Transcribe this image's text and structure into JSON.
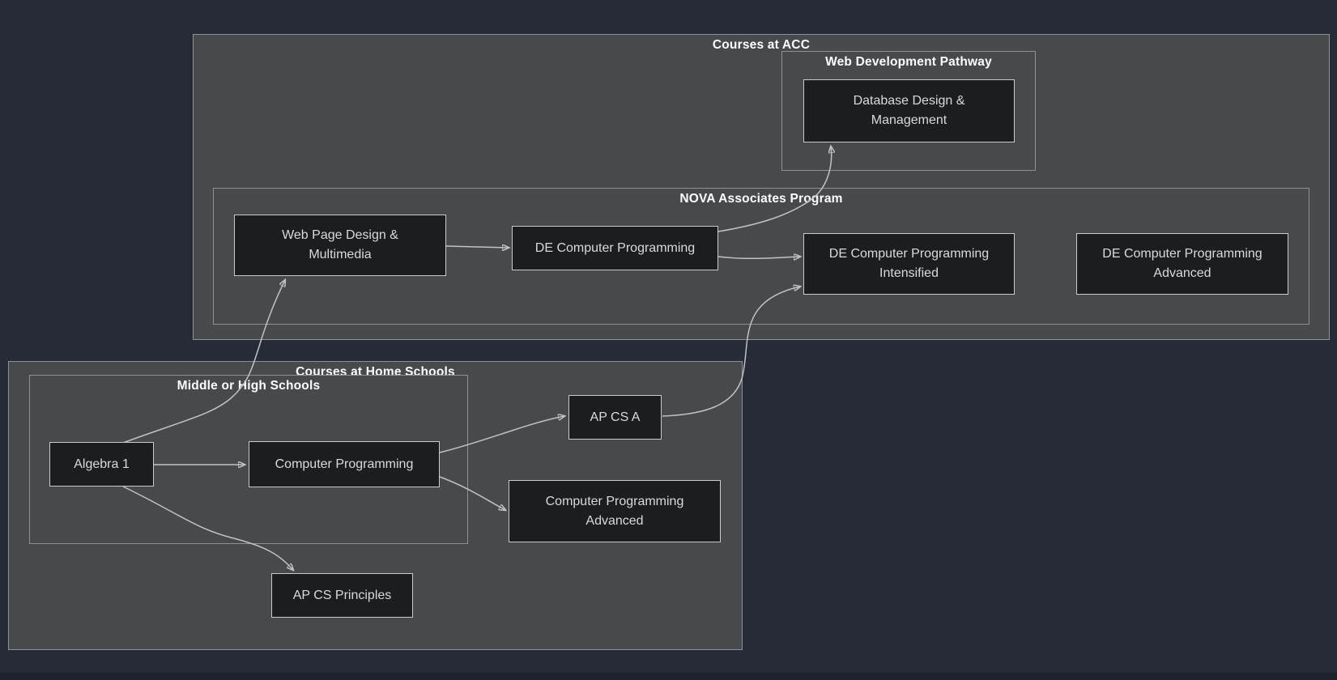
{
  "diagram": {
    "type": "flowchart-course-pathways",
    "colors": {
      "page_background": "#272b38",
      "group_fill": "#474a4d",
      "group_border": "#8f9193",
      "node_fill": "#1b1d20",
      "node_border": "#c9cacb",
      "node_text": "#d9dadb",
      "group_title_text": "#fdfdfd",
      "edge_stroke": "#c2c2c2"
    },
    "groups": [
      {
        "id": "courses-at-acc",
        "title": "Courses at ACC"
      },
      {
        "id": "web-development-pathway",
        "title": "Web Development Pathway"
      },
      {
        "id": "nova-associates-program",
        "title": "NOVA Associates Program"
      },
      {
        "id": "courses-at-home-schools",
        "title": "Courses at Home Schools"
      },
      {
        "id": "middle-or-high-schools",
        "title": "Middle or High Schools"
      }
    ],
    "nodes": [
      {
        "id": "database-design-management",
        "label": "Database Design &\nManagement",
        "group": "web-development-pathway"
      },
      {
        "id": "web-page-design-multimedia",
        "label": "Web Page Design &\nMultimedia",
        "group": "nova-associates-program"
      },
      {
        "id": "de-computer-programming",
        "label": "DE Computer Programming",
        "group": "nova-associates-program"
      },
      {
        "id": "de-computer-programming-intensified",
        "label": "DE Computer Programming\nIntensified",
        "group": "nova-associates-program"
      },
      {
        "id": "de-computer-programming-advanced",
        "label": "DE Computer Programming\nAdvanced",
        "group": "nova-associates-program"
      },
      {
        "id": "algebra-1",
        "label": "Algebra 1",
        "group": "middle-or-high-schools"
      },
      {
        "id": "computer-programming",
        "label": "Computer Programming",
        "group": "middle-or-high-schools"
      },
      {
        "id": "ap-cs-a",
        "label": "AP CS A",
        "group": "courses-at-home-schools"
      },
      {
        "id": "computer-programming-advanced",
        "label": "Computer Programming\nAdvanced",
        "group": "courses-at-home-schools"
      },
      {
        "id": "ap-cs-principles",
        "label": "AP CS Principles",
        "group": "none"
      }
    ],
    "edges": [
      {
        "from": "algebra-1",
        "to": "computer-programming"
      },
      {
        "from": "algebra-1",
        "to": "web-page-design-multimedia"
      },
      {
        "from": "algebra-1",
        "to": "ap-cs-principles"
      },
      {
        "from": "computer-programming",
        "to": "ap-cs-a"
      },
      {
        "from": "computer-programming",
        "to": "computer-programming-advanced"
      },
      {
        "from": "web-page-design-multimedia",
        "to": "de-computer-programming"
      },
      {
        "from": "de-computer-programming",
        "to": "database-design-management"
      },
      {
        "from": "de-computer-programming",
        "to": "de-computer-programming-intensified"
      },
      {
        "from": "ap-cs-a",
        "to": "de-computer-programming-intensified"
      }
    ]
  }
}
